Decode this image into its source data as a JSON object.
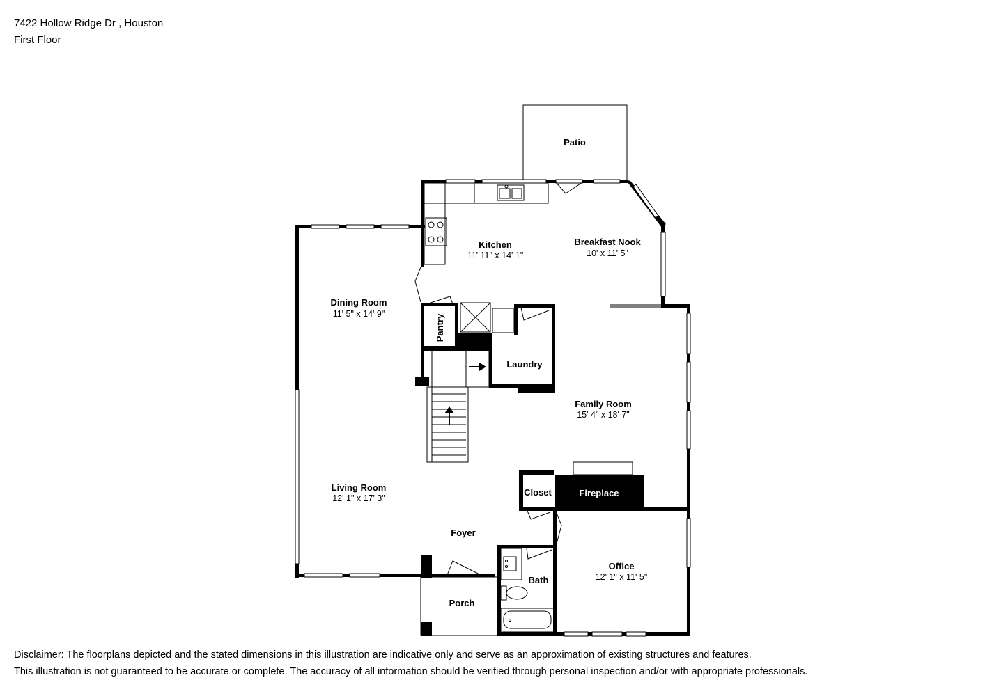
{
  "header": {
    "address": "7422 Hollow Ridge Dr , Houston",
    "floor": "First Floor"
  },
  "rooms": {
    "patio": {
      "name": "Patio"
    },
    "kitchen": {
      "name": "Kitchen",
      "dims": "11' 11\" x 14' 1\""
    },
    "breakfast_nook": {
      "name": "Breakfast Nook",
      "dims": "10' x 11' 5\""
    },
    "dining_room": {
      "name": "Dining Room",
      "dims": "11' 5\" x 14' 9\""
    },
    "pantry": {
      "name": "Pantry"
    },
    "laundry": {
      "name": "Laundry"
    },
    "family_room": {
      "name": "Family Room",
      "dims": "15' 4\" x 18' 7\""
    },
    "living_room": {
      "name": "Living Room",
      "dims": "12' 1\" x 17' 3\""
    },
    "closet": {
      "name": "Closet"
    },
    "fireplace": {
      "name": "Fireplace"
    },
    "foyer": {
      "name": "Foyer"
    },
    "office": {
      "name": "Office",
      "dims": "12' 1\" x 11' 5\""
    },
    "bath": {
      "name": "Bath"
    },
    "porch": {
      "name": "Porch"
    }
  },
  "disclaimer": {
    "line1": "Disclaimer: The floorplans depicted and the stated dimensions in this illustration are indicative only and serve as an approximation of existing structures and features.",
    "line2": "This illustration is not guaranteed to be accurate or complete. The accuracy of all information should be verified through personal inspection and/or with appropriate professionals."
  }
}
